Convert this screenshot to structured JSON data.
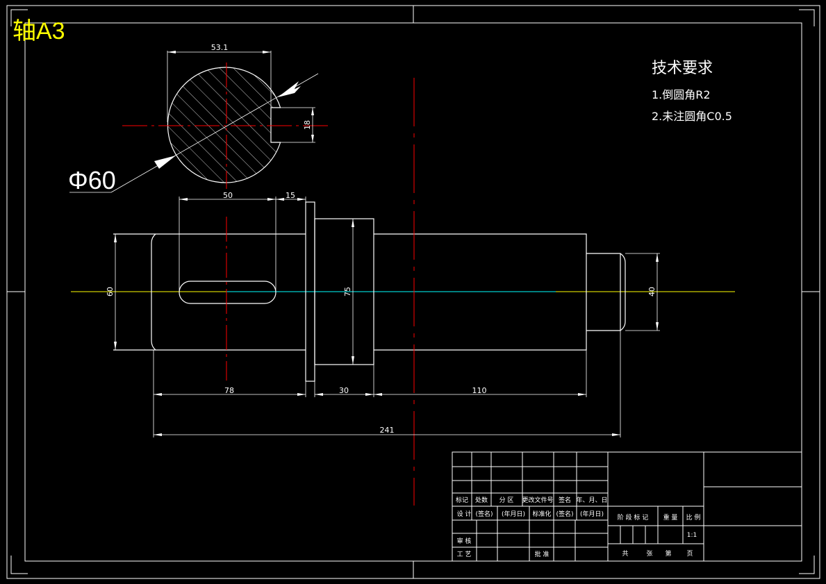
{
  "title": "轴A3",
  "tech": {
    "heading": "技术要求",
    "items": [
      "1.倒圆角R2",
      "2.未注圆角C0.5"
    ]
  },
  "section": {
    "width_label": "53.1",
    "key_label": "18",
    "diameter_label": "Φ60"
  },
  "dims": {
    "key_length": "50",
    "key_gap": "15",
    "d1": "60",
    "d2": "75",
    "d3": "40",
    "l1": "78",
    "l2": "30",
    "l3": "110",
    "total": "241"
  },
  "title_block": {
    "r4": [
      "标记",
      "处数",
      "分 区",
      "更改文件号",
      "签名",
      "年、月、日"
    ],
    "r5": [
      "设 计",
      "(签名)",
      "(年月日)",
      "标准化",
      "(签名)",
      "(年月日)"
    ],
    "r7": [
      "审 核"
    ],
    "r8": [
      "工 艺",
      "批 准"
    ],
    "stage": [
      "阶 段 标 记",
      "重 量",
      "比 例"
    ],
    "scale": "1:1",
    "sheets": [
      "共",
      "张",
      "第",
      "页"
    ]
  },
  "colors": {
    "line": "#ffffff",
    "center": "#ff0000",
    "axis_yellow": "#ffff00",
    "axis_cyan": "#00ffff",
    "title": "#ffff00"
  }
}
